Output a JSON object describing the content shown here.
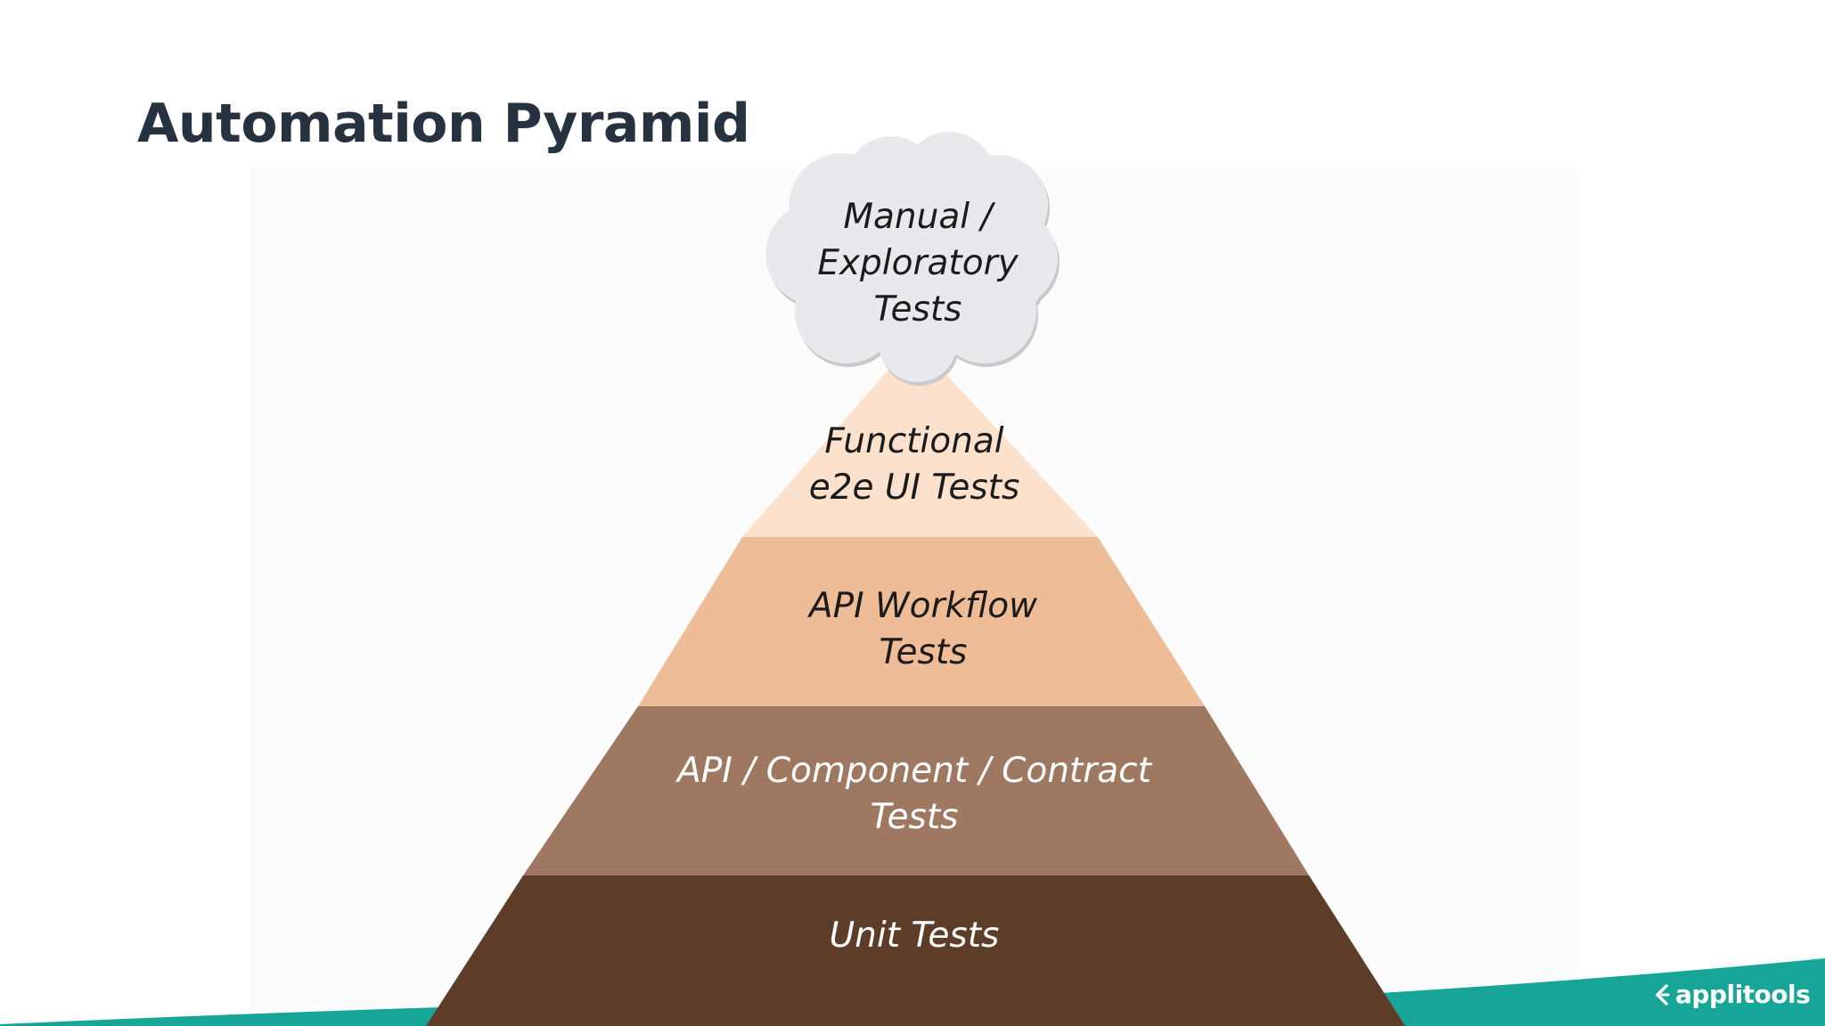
{
  "slide": {
    "title": "Automation Pyramid"
  },
  "cloud": {
    "label_lines": [
      "Manual /",
      "Exploratory",
      "Tests"
    ],
    "color": "#e8e9ec"
  },
  "pyramid": {
    "layers": [
      {
        "lines": [
          "Functional",
          "e2e UI Tests"
        ],
        "color": "#fce1cc"
      },
      {
        "lines": [
          "API Workflow",
          "Tests"
        ],
        "color": "#eebd98"
      },
      {
        "lines": [
          "API / Component / Contract",
          "Tests"
        ],
        "color": "#9e7861"
      },
      {
        "lines": [
          "Unit Tests"
        ],
        "color": "#5e3d28"
      }
    ]
  },
  "footer": {
    "brand_name": "applitools",
    "brand_icon": "applitools-logo-icon",
    "wave_color": "#16a596"
  }
}
